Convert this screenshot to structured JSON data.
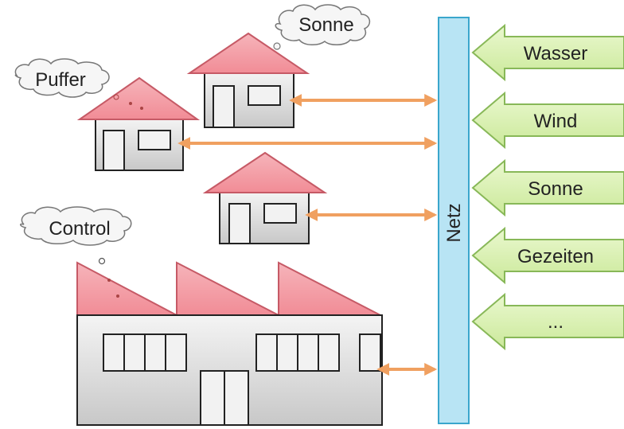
{
  "grid_label": "Netz",
  "sources": [
    {
      "label": "Wasser"
    },
    {
      "label": "Wind"
    },
    {
      "label": "Sonne"
    },
    {
      "label": "Gezeiten"
    },
    {
      "label": "..."
    }
  ],
  "thoughts": {
    "sonne": "Sonne",
    "puffer": "Puffer",
    "control": "Control"
  },
  "colors": {
    "roof": "#f4a0a8",
    "building": "#e2e2e2",
    "grid_bar": "#b8e4f4",
    "arrow_source": "#d6f0a8",
    "link": "#f0a060"
  }
}
